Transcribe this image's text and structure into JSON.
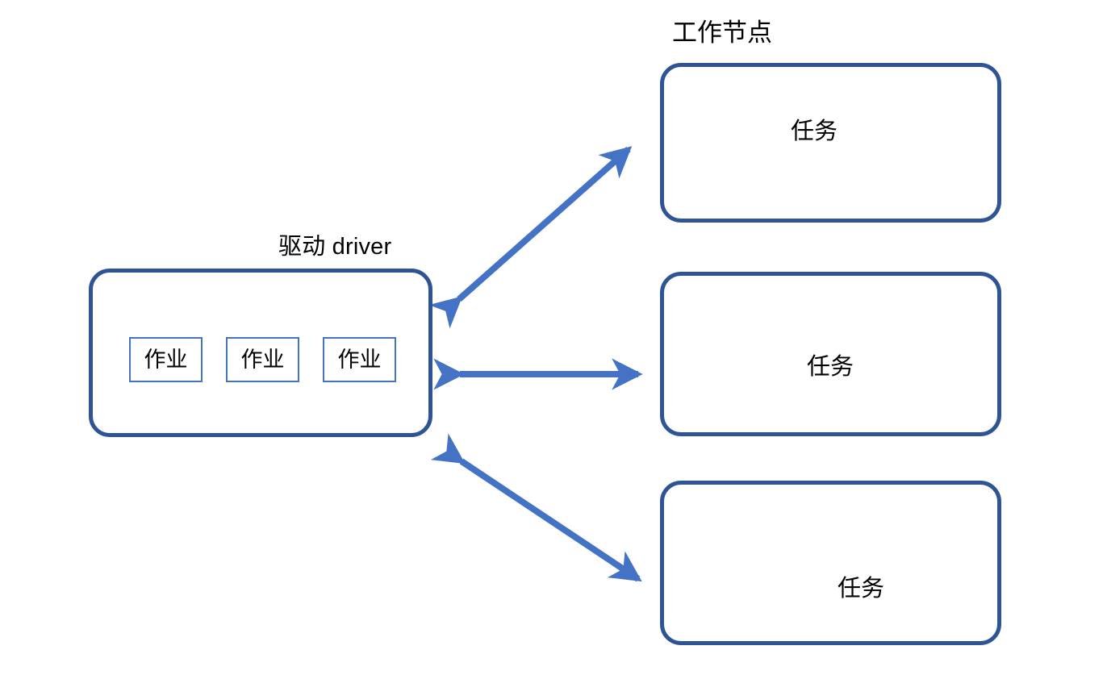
{
  "diagram": {
    "title_worker": "工作节点",
    "title_driver": "驱动 driver",
    "colors": {
      "box_border": "#2F5496",
      "job_border": "#4472C4",
      "arrow": "#4472C4",
      "text": "#000000",
      "background": "#ffffff"
    },
    "driver": {
      "label": "驱动 driver",
      "jobs": [
        {
          "label": "作业"
        },
        {
          "label": "作业"
        },
        {
          "label": "作业"
        }
      ]
    },
    "workers": {
      "label": "工作节点",
      "tasks": [
        {
          "label": "任务"
        },
        {
          "label": "任务"
        },
        {
          "label": "任务"
        }
      ]
    },
    "connections": [
      {
        "name": "driver-to-task-1",
        "kind": "double-arrow",
        "from": "driver",
        "to": "task-1"
      },
      {
        "name": "driver-to-task-2",
        "kind": "double-arrow",
        "from": "driver",
        "to": "task-2"
      },
      {
        "name": "driver-to-task-3",
        "kind": "double-arrow",
        "from": "driver",
        "to": "task-3"
      }
    ]
  }
}
